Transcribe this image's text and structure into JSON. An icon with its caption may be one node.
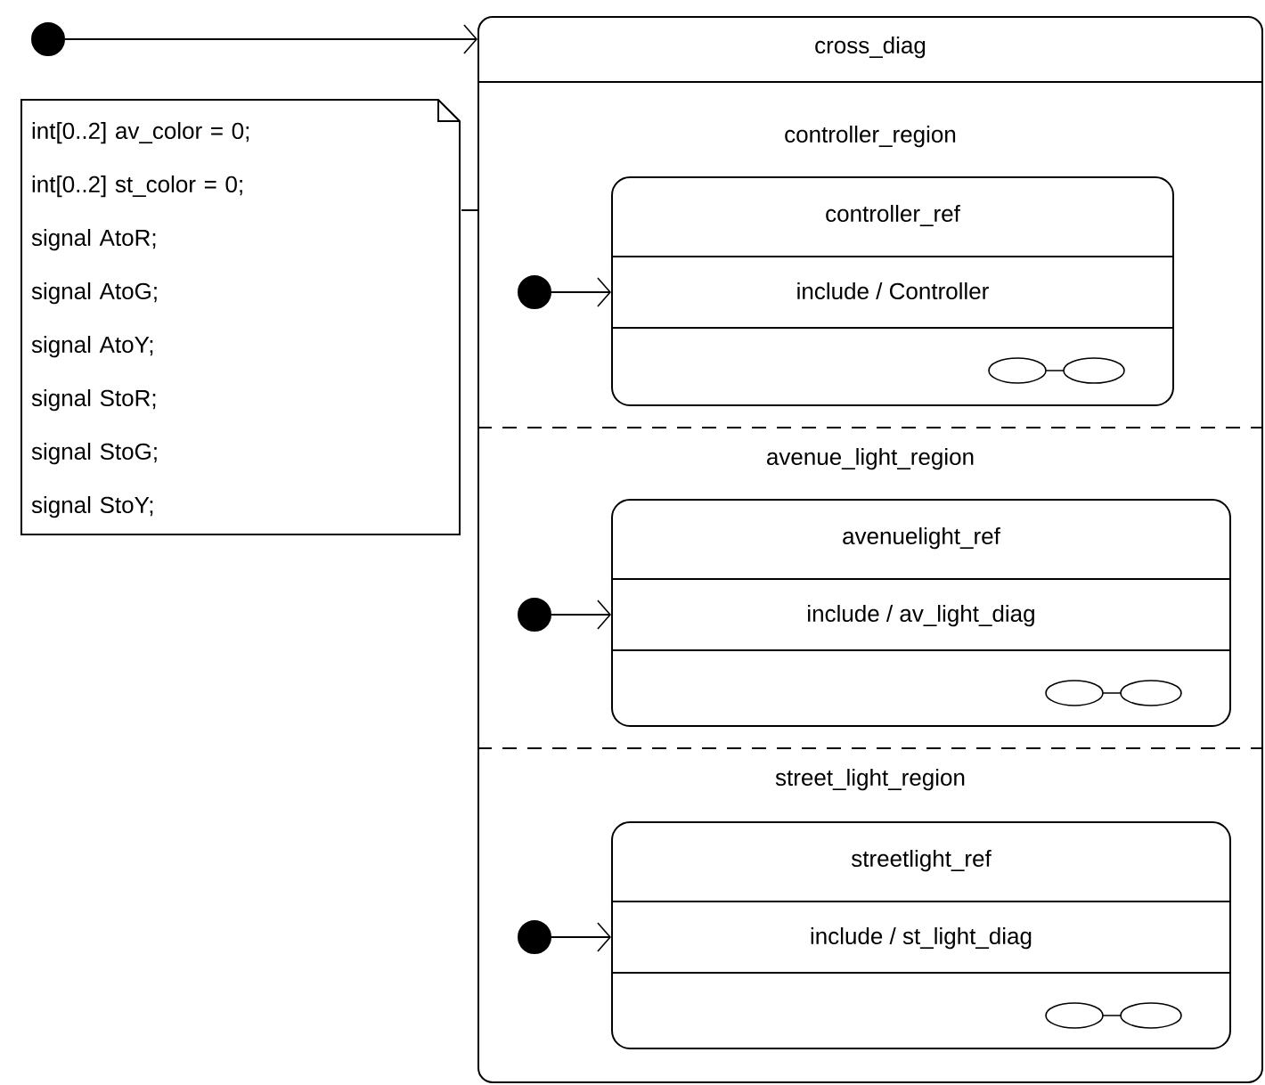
{
  "diagram": {
    "nodes": [
      {
        "text": [],
        "shape": "circle"
      },
      {
        "text": [
          "cross_diag"
        ]
      },
      {
        "text": [
          "int[0..2] av_color = 0;",
          "int[0..2] st_color = 0;",
          "signal AtoR;",
          "signal AtoG;",
          "signal AtoY;",
          "signal StoR;",
          "signal StoG;",
          "signal StoY;"
        ]
      },
      {
        "text": [
          "controller_region"
        ],
        "in": 1
      },
      {
        "text": [],
        "shape": "circle",
        "in": 3
      },
      {
        "text": [
          "controller_ref",
          "include / Controller"
        ],
        "in": 3
      },
      {
        "text": [
          "avenue_light_region"
        ],
        "in": 1
      },
      {
        "text": [],
        "shape": "circle",
        "in": 6
      },
      {
        "text": [
          "avenuelight_ref",
          "include / av_light_diag"
        ],
        "in": 6
      },
      {
        "text": [
          "street_light_region"
        ],
        "in": 1
      },
      {
        "text": [],
        "shape": "circle",
        "in": 9
      },
      {
        "text": [
          "streetlight_ref",
          "include / st_light_diag"
        ],
        "in": 9
      }
    ],
    "edges": [
      {
        "from": 0,
        "to": 1,
        "arrow": "to"
      },
      {
        "from": 2,
        "to": 1,
        "arrow": "none"
      },
      {
        "from": 4,
        "to": 5,
        "arrow": "to"
      },
      {
        "from": 7,
        "to": 8,
        "arrow": "to"
      },
      {
        "from": 10,
        "to": 11,
        "arrow": "to"
      }
    ]
  }
}
